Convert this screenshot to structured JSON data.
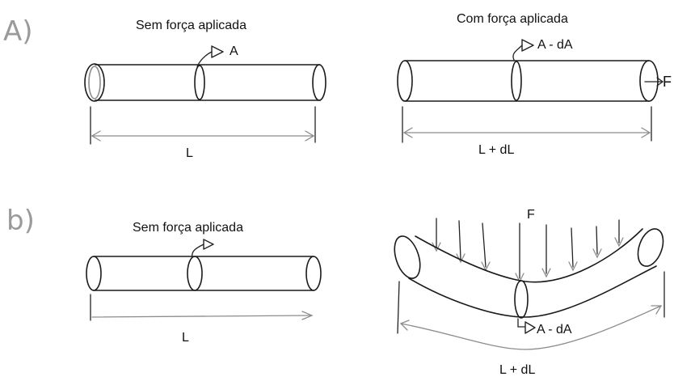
{
  "part_a": {
    "label": "A)",
    "left": {
      "title": "Sem força aplicada",
      "area_label": "A",
      "length_label": "L"
    },
    "right": {
      "title": "Com força aplicada",
      "area_label": "A - dA",
      "force_label": "F",
      "length_label": "L + dL"
    }
  },
  "part_b": {
    "label": "b)",
    "left": {
      "title": "Sem força aplicada",
      "length_label": "L"
    },
    "right": {
      "force_label": "F",
      "area_label": "A - dA",
      "length_label": "L + dL"
    }
  }
}
